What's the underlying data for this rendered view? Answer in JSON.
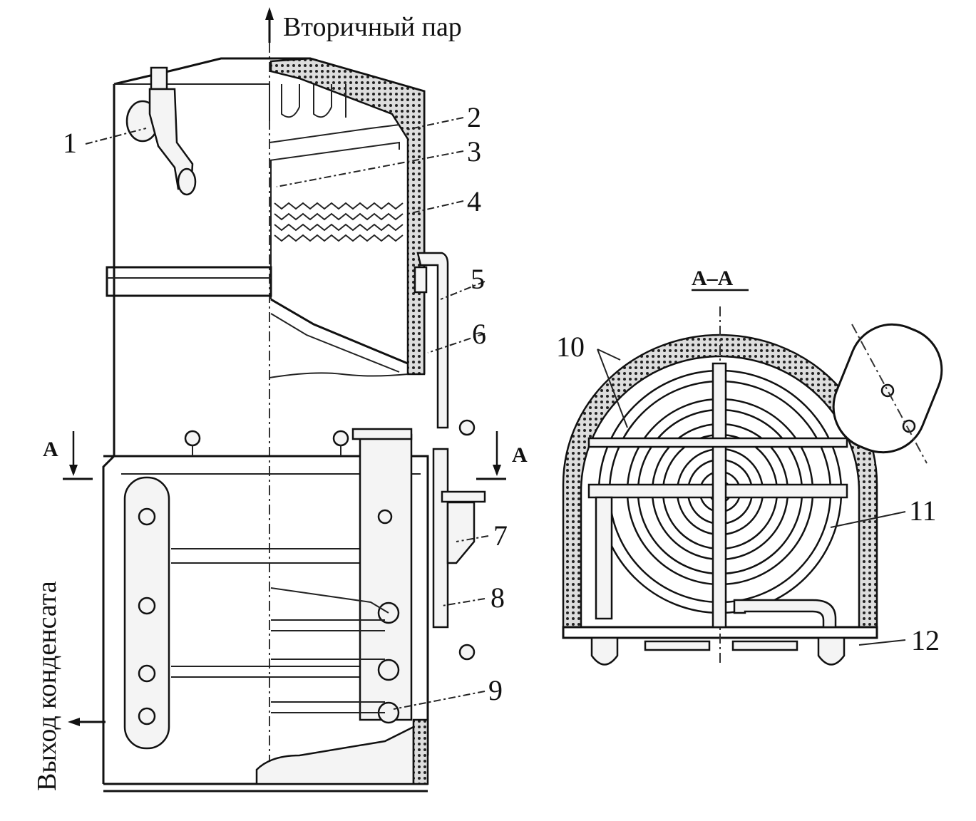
{
  "diagram": {
    "top_arrow_label": "Вторичный пар",
    "condensate_label": "Выход конденсата",
    "section_title": "А–А",
    "section_marker_left": "А",
    "section_marker_right": "А",
    "callouts": [
      "1",
      "2",
      "3",
      "4",
      "5",
      "6",
      "7",
      "8",
      "9",
      "10",
      "11",
      "12"
    ]
  }
}
